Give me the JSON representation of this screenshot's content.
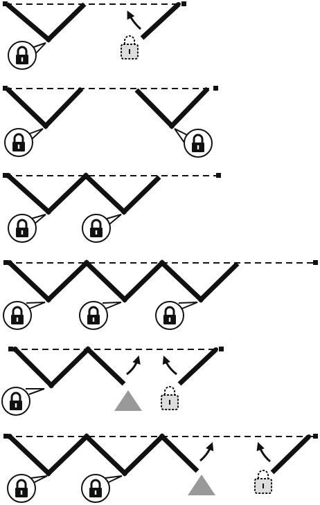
{
  "diagram": {
    "colors": {
      "ink": "#111111",
      "triangle": "#999999",
      "ghost_fill": "#dddddd",
      "bubble_fill": "#ffffff"
    },
    "icons": {
      "locked": "lock-icon",
      "unlocked": "dashed-lock-icon",
      "marker": "gray-triangle-marker",
      "motion": "curved-arrow-icon"
    },
    "steps": [
      {
        "step": 1,
        "locks": 1,
        "unlocked_locks": 1,
        "triangles": 0,
        "arrows": 1
      },
      {
        "step": 2,
        "locks": 2,
        "unlocked_locks": 0,
        "triangles": 0,
        "arrows": 0
      },
      {
        "step": 3,
        "locks": 2,
        "unlocked_locks": 0,
        "triangles": 0,
        "arrows": 0
      },
      {
        "step": 4,
        "locks": 3,
        "unlocked_locks": 0,
        "triangles": 0,
        "arrows": 0
      },
      {
        "step": 5,
        "locks": 1,
        "unlocked_locks": 1,
        "triangles": 1,
        "arrows": 2
      },
      {
        "step": 6,
        "locks": 2,
        "unlocked_locks": 1,
        "triangles": 1,
        "arrows": 2
      }
    ]
  }
}
